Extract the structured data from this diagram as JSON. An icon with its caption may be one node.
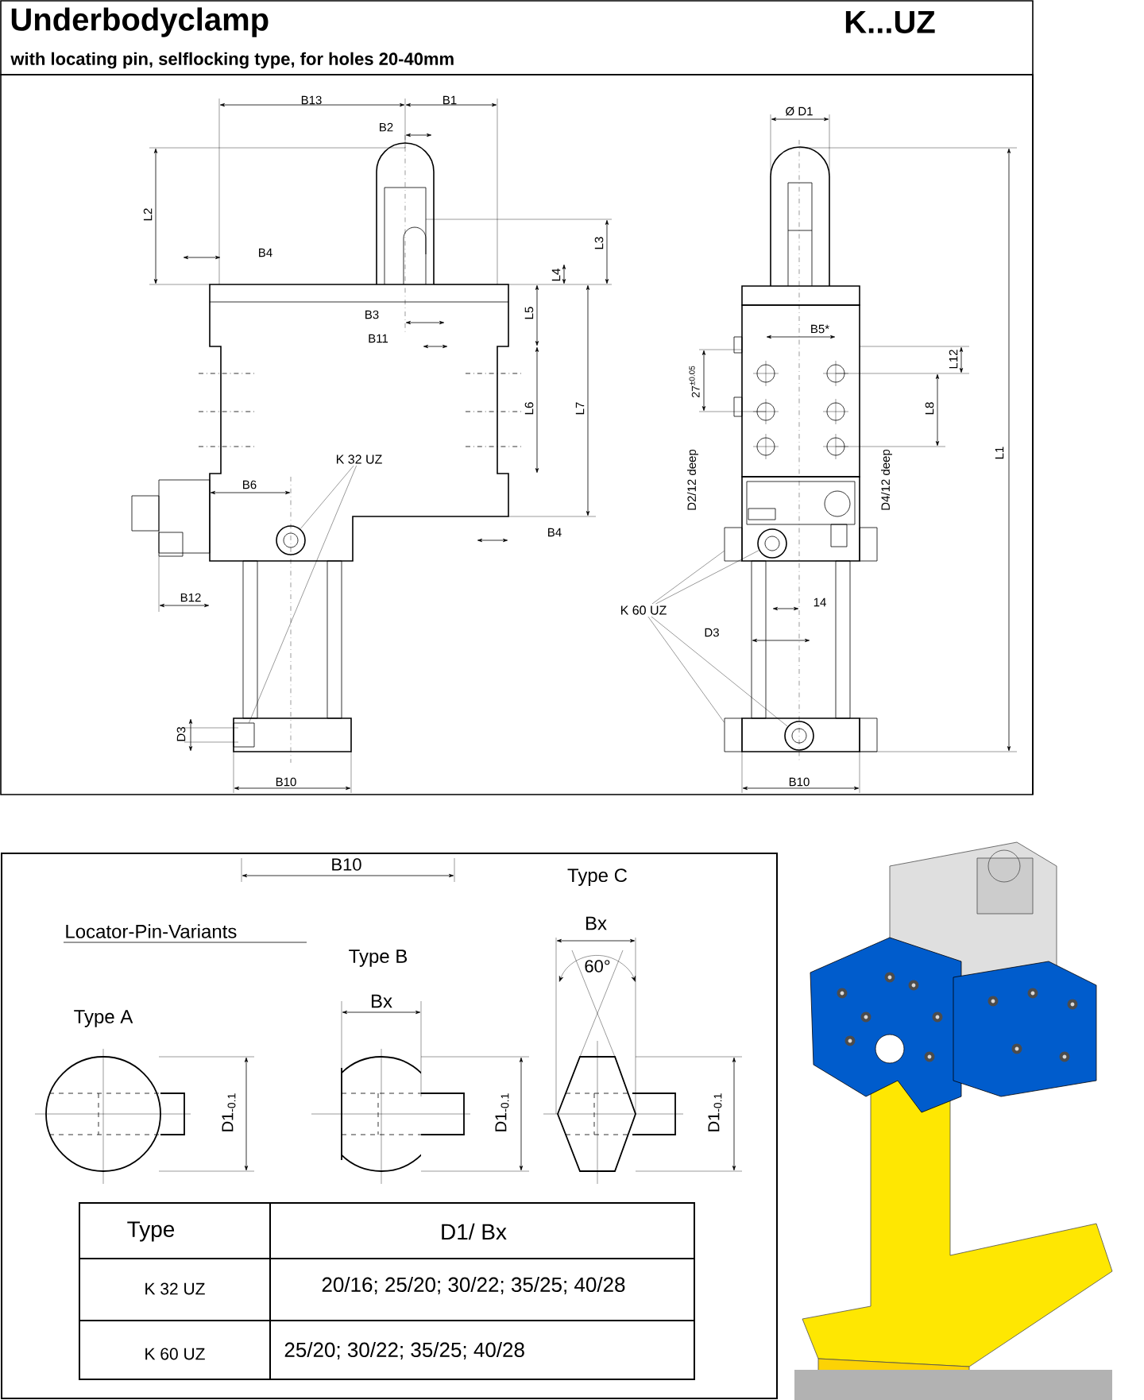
{
  "diagram": {
    "title": "Underbodyclamp",
    "nodes": [
      {
        "text": [
          "K 32 UZ"
        ]
      },
      {
        "text": [],
        "shape": "circle"
      },
      {
        "text": [
          "K 60 UZ"
        ]
      },
      {
        "text": [],
        "shape": "circle"
      },
      {
        "text": [],
        "shape": "circle"
      },
      {
        "text": [],
        "shape": "box"
      },
      {
        "text": [],
        "shape": "box"
      },
      {
        "text": [],
        "shape": "box"
      }
    ],
    "edges": [
      {
        "from": 0,
        "to": 1,
        "arrow": "none"
      },
      {
        "from": 0,
        "to": 5,
        "arrow": "none"
      },
      {
        "from": 2,
        "to": 3,
        "arrow": "none"
      },
      {
        "from": 2,
        "to": 4,
        "arrow": "none"
      },
      {
        "from": 2,
        "to": 6,
        "arrow": "none"
      },
      {
        "from": 2,
        "to": 7,
        "arrow": "none"
      }
    ],
    "labels": [
      "K...UZ",
      "with  locating pin, selflocking type, for holes 20-40mm",
      "B13",
      "B1",
      "Ø D1",
      "B2",
      "L2",
      "B4",
      "L3",
      "L4",
      "B3",
      "L5",
      "B5*",
      "B11",
      "L12",
      "27$^{±0.05}$",
      "L6",
      "L7",
      "L8",
      "L1",
      "B6",
      "D2/12 deep",
      "D4/12 deep",
      "B4",
      "B12",
      "14",
      "D3",
      "D3",
      "B10",
      "B10",
      "B10",
      "Type C",
      "Locator-Pin-Variants",
      "Bx",
      "Type B",
      "60°",
      "Type A",
      "Bx",
      "D1$_{-0.1}$",
      "D1$_{-0.1}$",
      "D1$_{-0.1}$",
      "Type",
      "D1/ Bx",
      "K 32 UZ",
      "20/16; 25/20; 30/22; 35/25; 40/28",
      "K 60 UZ",
      "25/20; 30/22; 35/25; 40/28"
    ]
  }
}
